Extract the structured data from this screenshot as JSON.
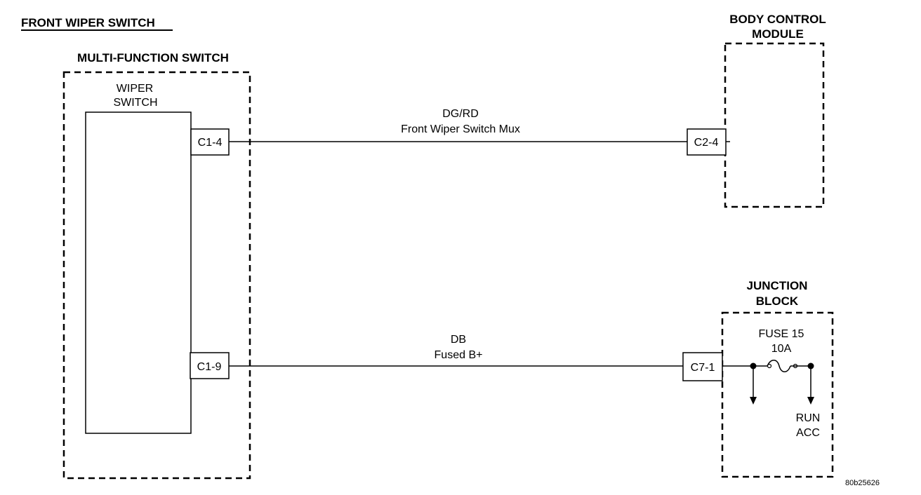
{
  "title": "FRONT WIPER SWITCH",
  "multi_function_switch": {
    "label": "MULTI-FUNCTION SWITCH",
    "wiper_switch_label": [
      "WIPER",
      "SWITCH"
    ]
  },
  "body_control_module": {
    "label": [
      "BODY CONTROL",
      "MODULE"
    ]
  },
  "junction_block": {
    "label": [
      "JUNCTION",
      "BLOCK"
    ],
    "fuse_label": [
      "FUSE 15",
      "10A"
    ],
    "outputs": [
      "RUN",
      "ACC"
    ]
  },
  "circuits": [
    {
      "from_connector": "C1-4",
      "to_connector": "C2-4",
      "wire_color": "DG/RD",
      "description": "Front Wiper Switch Mux"
    },
    {
      "from_connector": "C1-9",
      "to_connector": "C7-1",
      "wire_color": "DB",
      "description": "Fused B+"
    }
  ],
  "figure_code": "80b25626"
}
